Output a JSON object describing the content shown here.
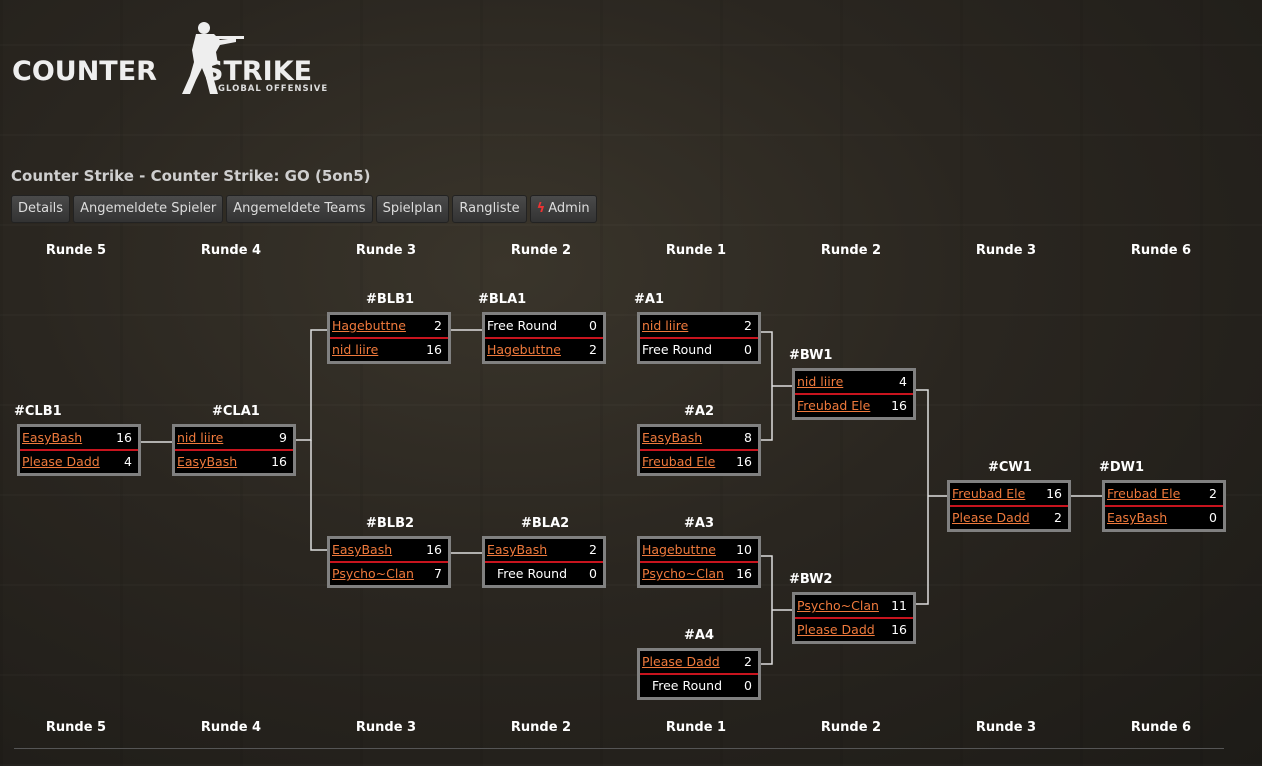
{
  "logo": {
    "word1": "COUNTER",
    "word2": "STRIKE",
    "sub": "GLOBAL OFFENSIVE"
  },
  "title": "Counter Strike - Counter Strike: GO (5on5)",
  "nav": [
    "Details",
    "Angemeldete Spieler",
    "Angemeldete Teams",
    "Spielplan",
    "Rangliste",
    "Admin"
  ],
  "rounds": [
    "Runde 5",
    "Runde 4",
    "Runde 3",
    "Runde 2",
    "Runde 1",
    "Runde 2",
    "Runde 3",
    "Runde 6"
  ],
  "matches": [
    {
      "id": "#CLB1",
      "t1": {
        "name": "EasyBash",
        "score": "16",
        "link": true
      },
      "t2": {
        "name": "Please Dadd",
        "score": "4",
        "link": true
      }
    },
    {
      "id": "#CLA1",
      "t1": {
        "name": "nid liire",
        "score": "9",
        "link": true
      },
      "t2": {
        "name": "EasyBash",
        "score": "16",
        "link": true
      }
    },
    {
      "id": "#BLB1",
      "t1": {
        "name": "Hagebuttne",
        "score": "2",
        "link": true
      },
      "t2": {
        "name": "nid liire",
        "score": "16",
        "link": true
      }
    },
    {
      "id": "#BLB2",
      "t1": {
        "name": "EasyBash",
        "score": "16",
        "link": true
      },
      "t2": {
        "name": "Psycho~Clan",
        "score": "7",
        "link": true
      }
    },
    {
      "id": "#BLA1",
      "t1": {
        "name": "Free Round",
        "score": "0",
        "link": false
      },
      "t2": {
        "name": "Hagebuttne",
        "score": "2",
        "link": true
      }
    },
    {
      "id": "#BLA2",
      "t1": {
        "name": "EasyBash",
        "score": "2",
        "link": true
      },
      "t2": {
        "name": "Free Round",
        "score": "0",
        "link": false
      }
    },
    {
      "id": "#A1",
      "t1": {
        "name": "nid liire",
        "score": "2",
        "link": true
      },
      "t2": {
        "name": "Free Round",
        "score": "0",
        "link": false
      }
    },
    {
      "id": "#A2",
      "t1": {
        "name": "EasyBash",
        "score": "8",
        "link": true
      },
      "t2": {
        "name": "Freubad Ele",
        "score": "16",
        "link": true
      }
    },
    {
      "id": "#A3",
      "t1": {
        "name": "Hagebuttne",
        "score": "10",
        "link": true
      },
      "t2": {
        "name": "Psycho~Clan",
        "score": "16",
        "link": true
      }
    },
    {
      "id": "#A4",
      "t1": {
        "name": "Please Dadd",
        "score": "2",
        "link": true
      },
      "t2": {
        "name": "Free Round",
        "score": "0",
        "link": false
      }
    },
    {
      "id": "#BW1",
      "t1": {
        "name": "nid liire",
        "score": "4",
        "link": true
      },
      "t2": {
        "name": "Freubad Ele",
        "score": "16",
        "link": true
      }
    },
    {
      "id": "#BW2",
      "t1": {
        "name": "Psycho~Clan",
        "score": "11",
        "link": true
      },
      "t2": {
        "name": "Please Dadd",
        "score": "16",
        "link": true
      }
    },
    {
      "id": "#CW1",
      "t1": {
        "name": "Freubad Ele",
        "score": "16",
        "link": true
      },
      "t2": {
        "name": "Please Dadd",
        "score": "2",
        "link": true
      }
    },
    {
      "id": "#DW1",
      "t1": {
        "name": "Freubad Ele",
        "score": "2",
        "link": true
      },
      "t2": {
        "name": "EasyBash",
        "score": "0",
        "link": true
      }
    }
  ]
}
